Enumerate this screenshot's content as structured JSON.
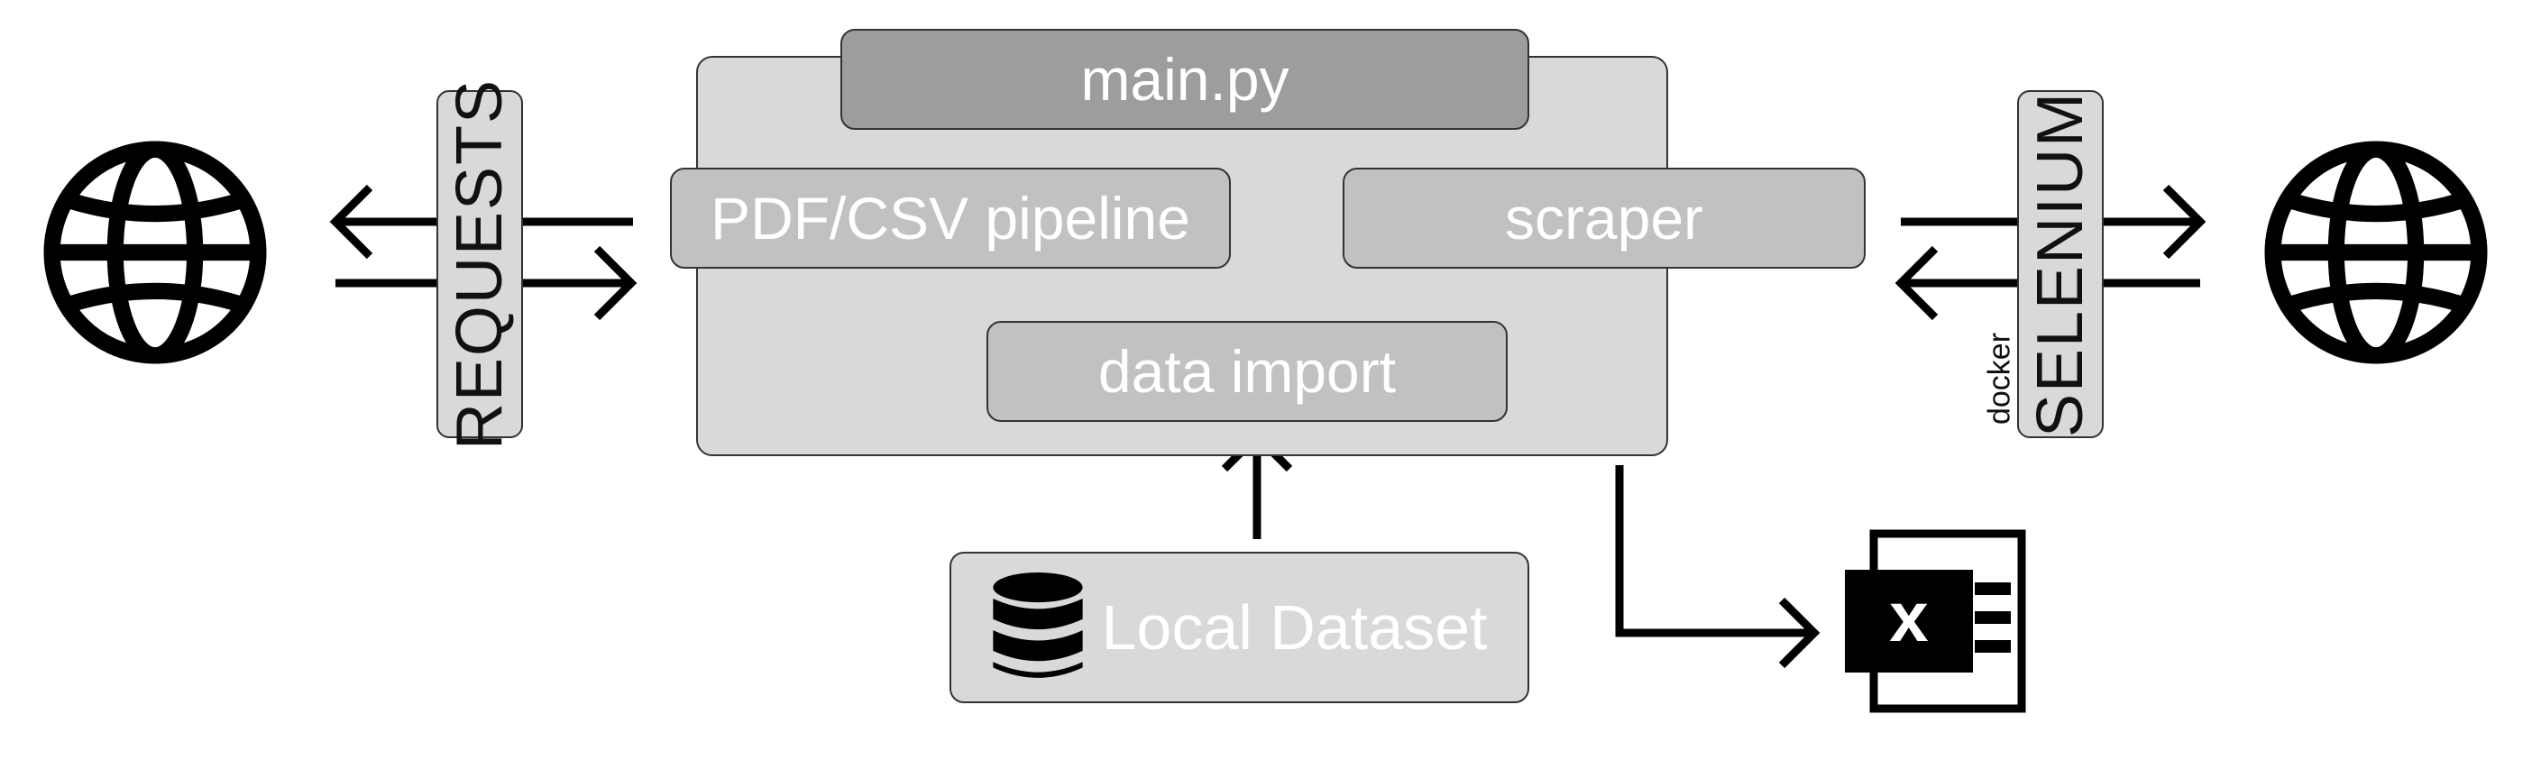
{
  "diagram": {
    "main_title": "main.py",
    "modules": {
      "pdf_pipeline": "PDF/CSV pipeline",
      "scraper": "scraper",
      "data_import": "data import"
    },
    "local_dataset": "Local Dataset",
    "requests_label": "REQUESTS",
    "selenium_label": "SELENIUM",
    "docker_label": "docker",
    "icons": [
      "globe-icon",
      "globe-icon",
      "database-icon",
      "excel-icon"
    ],
    "colors": {
      "frame": "#d9d9d9",
      "header": "#9d9d9d",
      "module": "#c1c1c1",
      "stroke": "#000000"
    }
  }
}
